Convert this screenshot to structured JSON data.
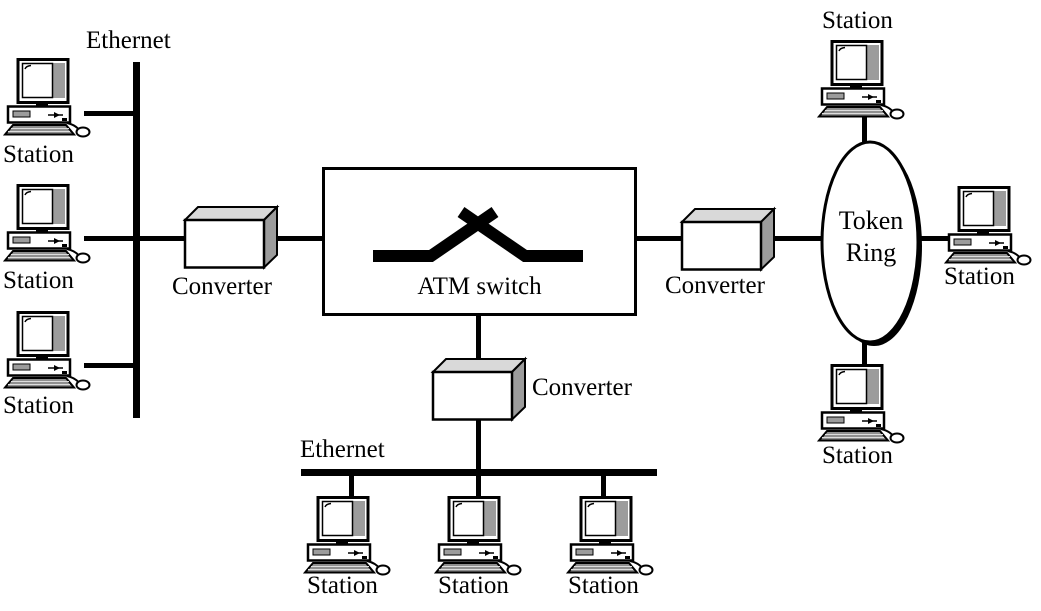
{
  "colors": {
    "ink": "#000000",
    "paper": "#ffffff"
  },
  "networks": {
    "ethernet_left": {
      "label": "Ethernet"
    },
    "ethernet_bottom": {
      "label": "Ethernet"
    },
    "token_ring": {
      "label_line1": "Token",
      "label_line2": "Ring"
    }
  },
  "switch": {
    "label": "ATM switch"
  },
  "converters": {
    "left": {
      "label": "Converter"
    },
    "right": {
      "label": "Converter"
    },
    "bottom": {
      "label": "Converter"
    }
  },
  "stations": [
    {
      "id": "ethernet-left-top",
      "label": "Station"
    },
    {
      "id": "ethernet-left-middle",
      "label": "Station"
    },
    {
      "id": "ethernet-left-bottom",
      "label": "Station"
    },
    {
      "id": "token-ring-top",
      "label": "Station"
    },
    {
      "id": "token-ring-right",
      "label": "Station"
    },
    {
      "id": "token-ring-bottom",
      "label": "Station"
    },
    {
      "id": "ethernet-bottom-left",
      "label": "Station"
    },
    {
      "id": "ethernet-bottom-center",
      "label": "Station"
    },
    {
      "id": "ethernet-bottom-right",
      "label": "Station"
    }
  ]
}
